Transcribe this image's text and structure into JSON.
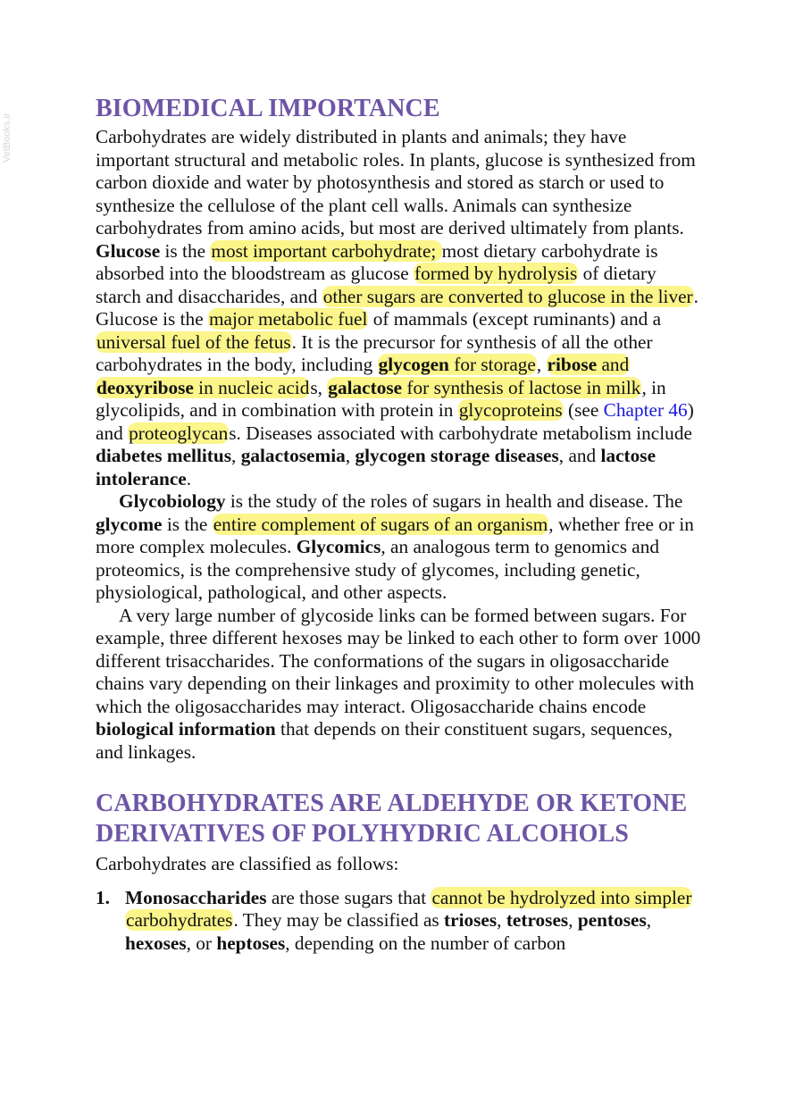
{
  "watermark": "VetBooks.ir",
  "colors": {
    "heading": "#6d55a6",
    "highlight": "#fbf58a",
    "link": "#1a1adb"
  },
  "section1": {
    "heading": "BIOMEDICAL IMPORTANCE",
    "p1": {
      "t1": "Carbohydrates are widely distributed in plants and animals; they have important structural and metabolic roles. In plants, glucose is synthesized from carbon dioxide and water by photosynthesis and stored as starch or used to synthesize the cellulose of the plant cell walls. Animals can synthesize carbohydrates from amino acids, but most are derived ultimately from plants. ",
      "b_glucose": "Glucose",
      "t2": " is the ",
      "h1": "most important carbohydrate; ",
      "t3": "most dietary carbohydrate is absorbed into the bloodstream as glucose ",
      "h2": "formed by hydrolysis",
      "t4": " of dietary starch and disaccharides, and ",
      "h3": "other sugars are converted to glucose in the liver",
      "t5": ". Glucose is the ",
      "h4": "major metabolic fuel",
      "t6": " of mammals (except ruminants) and a ",
      "h5": "universal fuel of the fetus",
      "t7": ". It is the precursor for synthesis of all the other carbohydrates in the body, including ",
      "h6_b1": "glycogen",
      "h6_t1": " for storage",
      "t8": ", ",
      "h7_b1": "ribose",
      "h7_t1": " and ",
      "h7_b2": "deoxyribose",
      "h7_t2": " in nucleic acid",
      "t9": "s, ",
      "h8_b1": "galactose",
      "h8_t1": " for synthesis of lactose in milk",
      "t10": ", in glycolipids, and in combination with protein in ",
      "h9": "glycoproteins",
      "t11": " (see ",
      "link": "Chapter 46",
      "t12": ") and ",
      "h10": "proteoglycan",
      "t13": "s. Diseases associated with carbohydrate metabolism include ",
      "b_diabetes": "diabetes mellitus",
      "t14": ", ",
      "b_galactosemia": "galactosemia",
      "t15": ", ",
      "b_gsd": "glycogen storage diseases",
      "t16": ", and ",
      "b_lactose": "lactose intolerance",
      "t17": "."
    },
    "p2": {
      "b_glycobiology": "Glycobiology",
      "t1": " is the study of the roles of sugars in health and disease. The ",
      "b_glycome": "glycome",
      "t2": " is the ",
      "h1": "entire complement of sugars of an organism",
      "t3": ", whether free or in more complex molecules. ",
      "b_glycomics": "Glycomics",
      "t4": ", an analogous term to genomics and proteomics, is the comprehensive study of glycomes, including genetic, physiological, pathological, and other aspects."
    },
    "p3": {
      "t1": "A very large number of glycoside links can be formed between sugars. For example, three different hexoses may be linked to each other to form over 1000 different trisaccharides. The conformations of the sugars in oligosaccharide chains vary depending on their linkages and proximity to other molecules with which the oligosaccharides may interact. Oligosaccharide chains encode ",
      "b_bio": "biological information",
      "t2": " that depends on their constituent sugars, sequences, and linkages."
    }
  },
  "section2": {
    "heading": "CARBOHYDRATES ARE ALDEHYDE OR KETONE DERIVATIVES OF POLYHYDRIC ALCOHOLS",
    "intro": "Carbohydrates are classified as follows:",
    "items": [
      {
        "num": "1.",
        "b_mono": "Monosaccharides",
        "t1": " are those sugars that ",
        "h1": "cannot be hydrolyzed into simpler carbohydrates",
        "t2": ". They may be classified as ",
        "b_trioses": "trioses",
        "t3": ", ",
        "b_tetroses": "tetroses",
        "t4": ", ",
        "b_pentoses": "pentoses",
        "t5": ", ",
        "b_hexoses": "hexoses",
        "t6": ", or ",
        "b_heptoses": "heptoses",
        "t7": ", depending on the number of carbon"
      }
    ]
  }
}
